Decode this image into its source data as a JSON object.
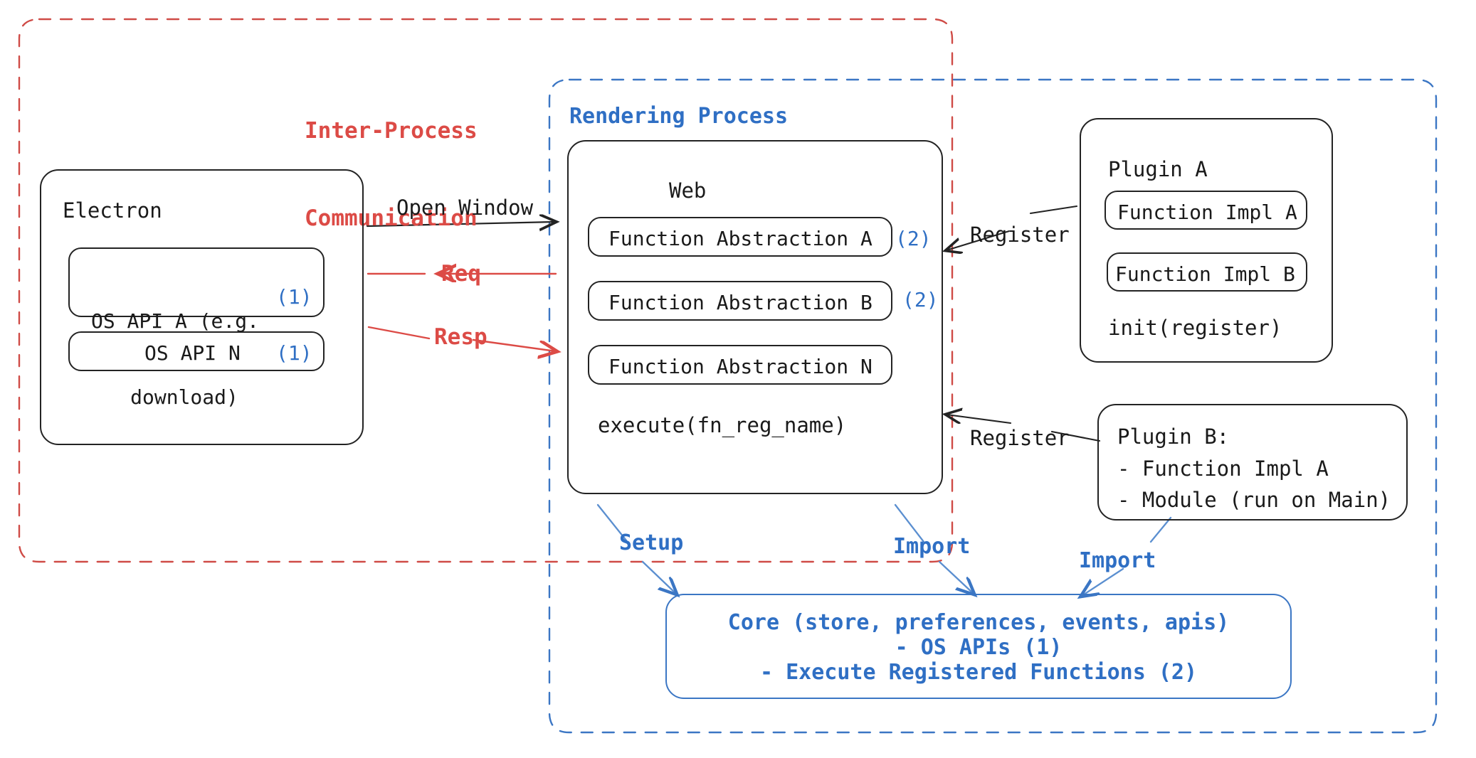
{
  "diagram": {
    "type": "architecture-flow",
    "boundaries": [
      {
        "id": "ipc",
        "label": "Inter-Process\nCommunication",
        "label_line1": "Inter-Process",
        "label_line2": "Communication",
        "color": "#cf4b46",
        "style": "dashed"
      },
      {
        "id": "rendering",
        "label": "Rendering Process",
        "color": "#3b76c4",
        "style": "dashed"
      }
    ],
    "electron": {
      "title": "Electron",
      "items": [
        {
          "text": "OS API A (e.g.",
          "text2": "download)",
          "badge": "(1)"
        },
        {
          "text": "OS API N",
          "badge": "(1)"
        }
      ]
    },
    "web": {
      "title": "Web",
      "abstractions": [
        {
          "label": "Function Abstraction A",
          "badge": "(2)"
        },
        {
          "label": "Function Abstraction B",
          "badge": "(2)"
        },
        {
          "label": "Function Abstraction N",
          "badge": ""
        }
      ],
      "footer": "execute(fn_reg_name)"
    },
    "plugin_a": {
      "title": "Plugin A",
      "items": [
        "Function Impl A",
        "Function Impl B"
      ],
      "footer": "init(register)"
    },
    "plugin_b": {
      "title": "Plugin B:",
      "lines": [
        "- Function Impl A",
        "- Module (run on Main)"
      ]
    },
    "core": {
      "line1": "Core (store, preferences, events, apis)",
      "line2": "- OS APIs (1)",
      "line3": "- Execute Registered Functions (2)"
    },
    "edges": [
      {
        "id": "open-window",
        "label": "Open Window",
        "color": "#232323",
        "from": "electron",
        "to": "web"
      },
      {
        "id": "req",
        "label": "Req",
        "color": "#dc4b46",
        "from": "web",
        "to": "electron"
      },
      {
        "id": "resp",
        "label": "Resp",
        "color": "#dc4b46",
        "from": "electron",
        "to": "web"
      },
      {
        "id": "register-a",
        "label": "Register",
        "color": "#232323",
        "from": "plugin_a",
        "to": "web"
      },
      {
        "id": "register-b",
        "label": "Register",
        "color": "#232323",
        "from": "plugin_b",
        "to": "web"
      },
      {
        "id": "setup",
        "label": "Setup",
        "color": "#3b76c4",
        "from": "web",
        "to": "core"
      },
      {
        "id": "import-web",
        "label": "Import",
        "color": "#3b76c4",
        "from": "web",
        "to": "core"
      },
      {
        "id": "import-plugin-b",
        "label": "Import",
        "color": "#3b76c4",
        "from": "plugin_b",
        "to": "core"
      }
    ],
    "colors": {
      "ipc_boundary": "#cf4b46",
      "rendering_boundary": "#3b76c4",
      "accent_blue": "#2f6fc4",
      "accent_red": "#dc4b46",
      "ink": "#232323"
    }
  }
}
